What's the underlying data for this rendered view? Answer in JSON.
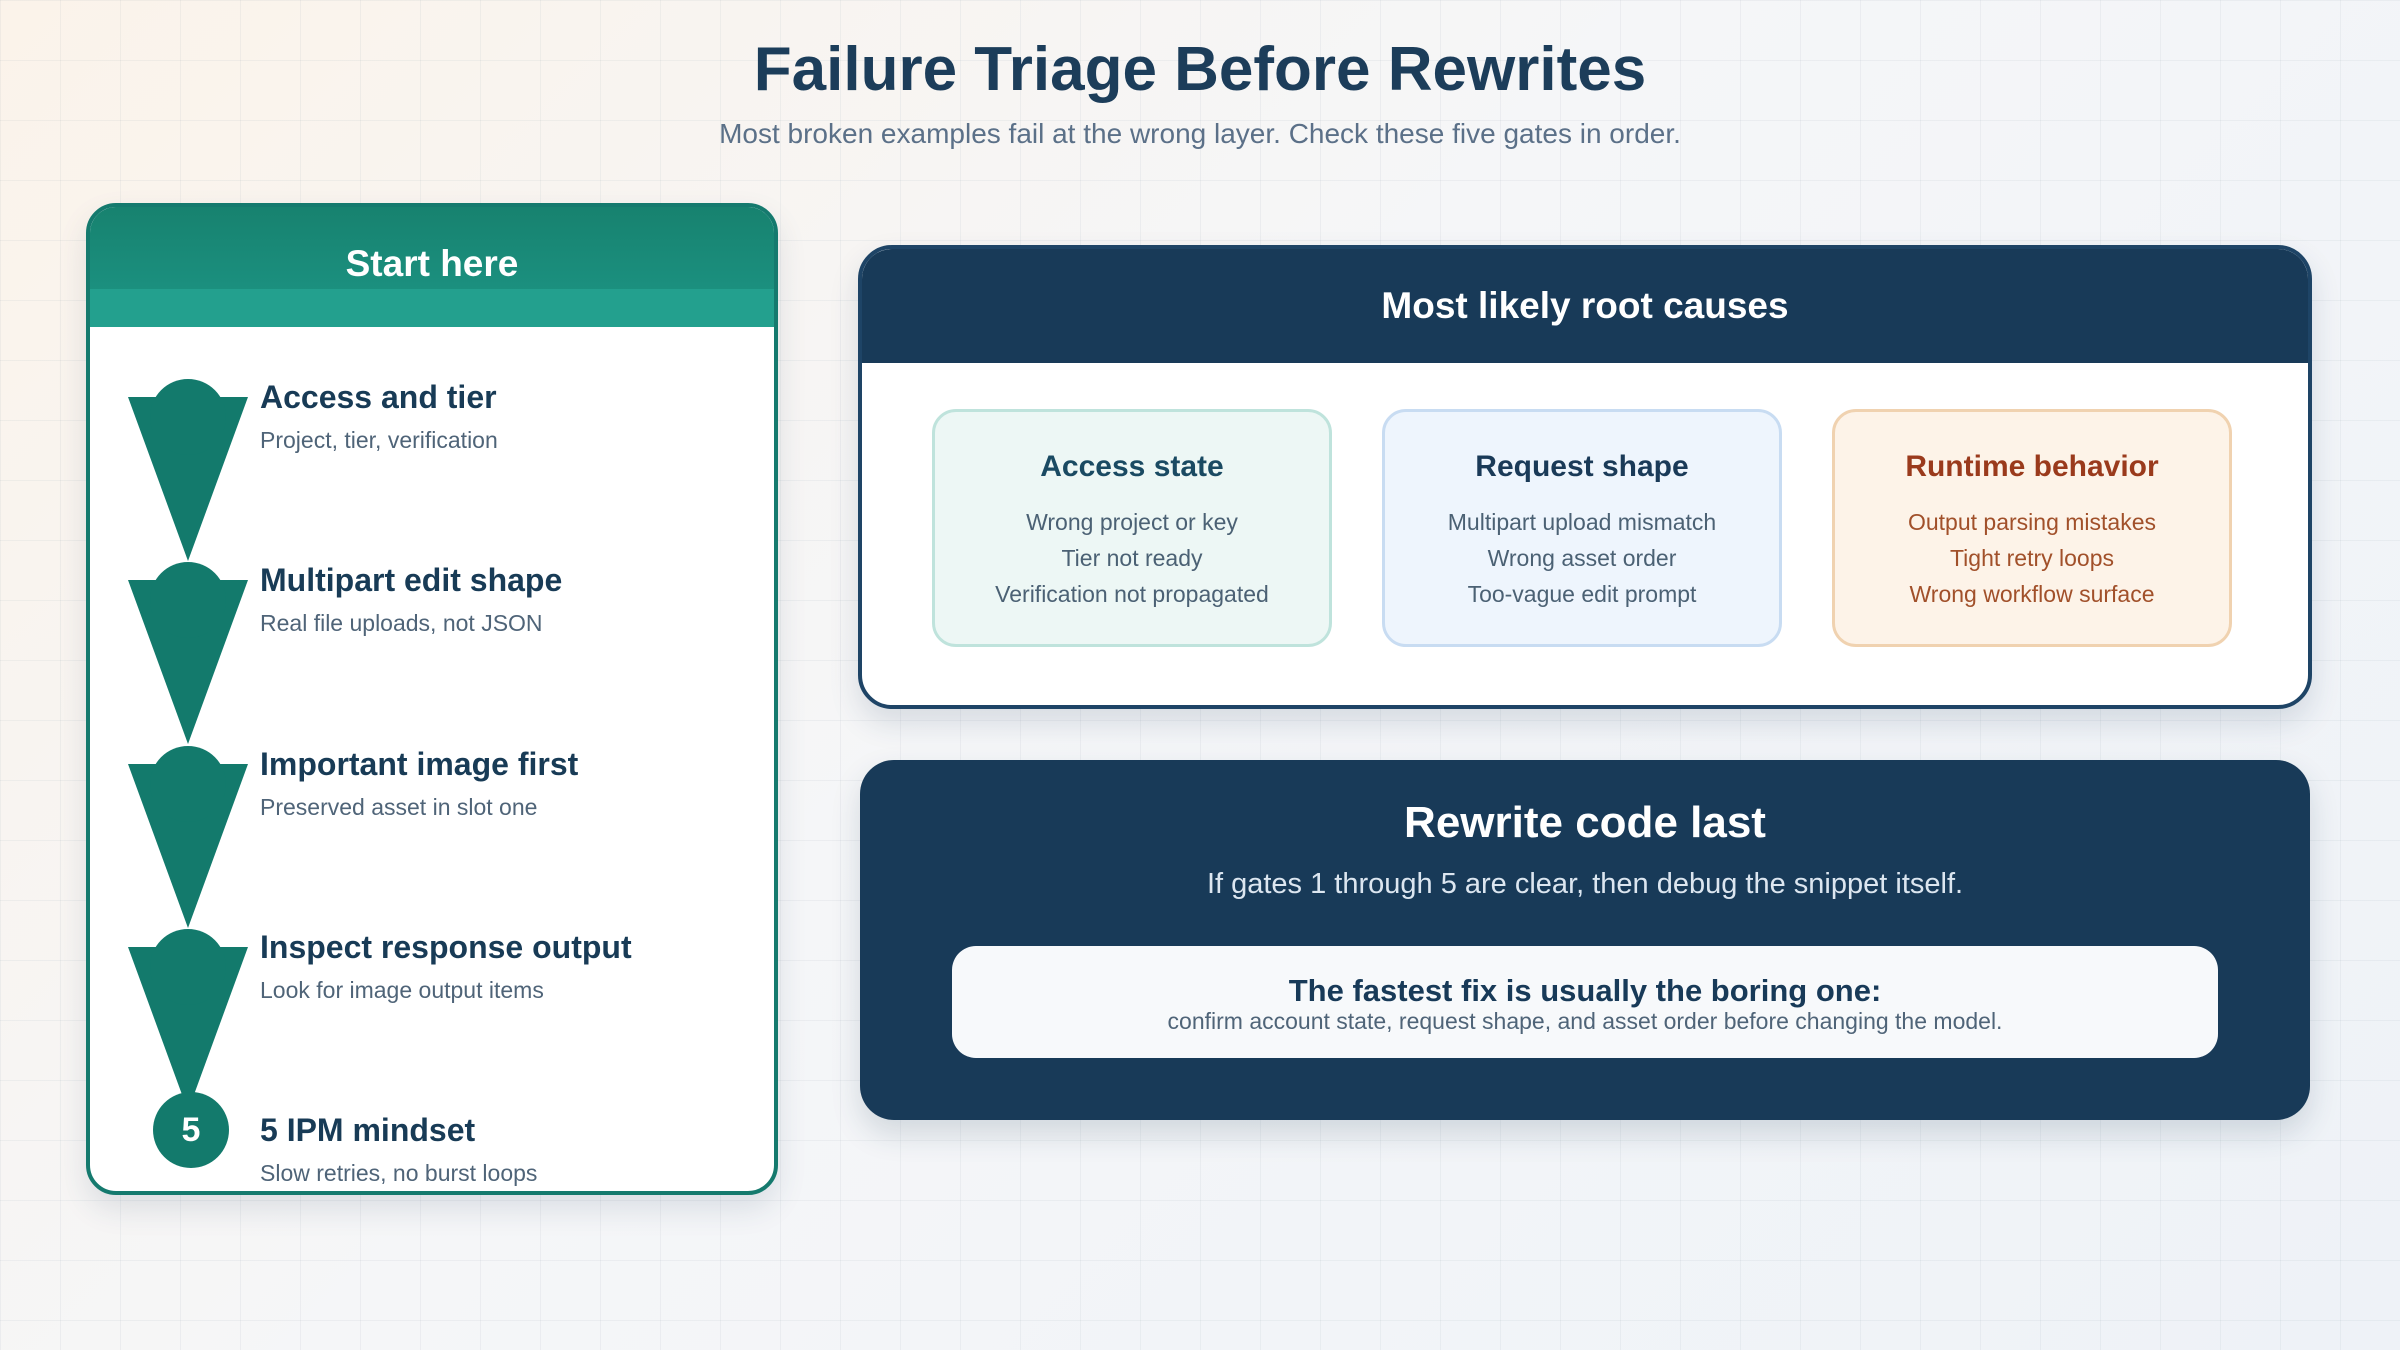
{
  "header": {
    "title": "Failure Triage Before Rewrites",
    "subtitle": "Most broken examples fail at the wrong layer. Check these five gates in order."
  },
  "start_panel": {
    "title": "Start here",
    "steps": [
      {
        "title": "Access and tier",
        "desc": "Project, tier, verification"
      },
      {
        "title": "Multipart edit shape",
        "desc": "Real file uploads, not JSON"
      },
      {
        "title": "Important image first",
        "desc": "Preserved asset in slot one"
      },
      {
        "title": "Inspect response output",
        "desc": "Look for image output items"
      },
      {
        "number": "5",
        "title": "5 IPM mindset",
        "desc": "Slow retries, no burst loops"
      }
    ]
  },
  "root_causes": {
    "title": "Most likely root causes",
    "cards": [
      {
        "title": "Access state",
        "items": [
          "Wrong project or key",
          "Tier not ready",
          "Verification not propagated"
        ]
      },
      {
        "title": "Request shape",
        "items": [
          "Multipart upload mismatch",
          "Wrong asset order",
          "Too-vague edit prompt"
        ]
      },
      {
        "title": "Runtime behavior",
        "items": [
          "Output parsing mistakes",
          "Tight retry loops",
          "Wrong workflow surface"
        ]
      }
    ]
  },
  "rewrite": {
    "title": "Rewrite code last",
    "subtitle": "If gates 1 through 5 are clear, then debug the snippet itself.",
    "fix_title": "The fastest fix is usually the boring one:",
    "fix_desc": "confirm account state, request shape, and asset order before changing the model."
  },
  "colors": {
    "teal": "#137a6c",
    "navy": "#183a58",
    "orange_text": "#9a3a1c"
  }
}
